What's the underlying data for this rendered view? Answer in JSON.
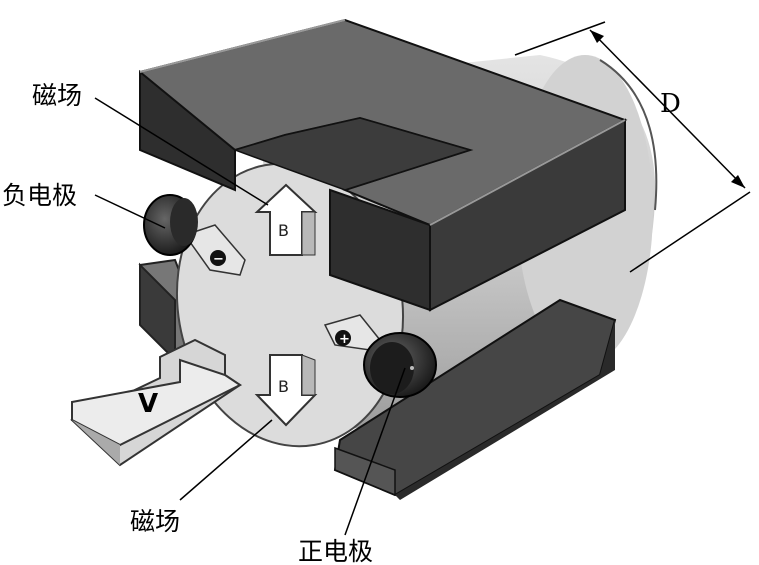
{
  "labels": {
    "magnetic_field_top": "磁场",
    "negative_electrode": "负电极",
    "magnetic_field_bottom": "磁场",
    "positive_electrode": "正电极",
    "diameter": "D",
    "velocity": "V",
    "field_b_up": "B",
    "field_b_down": "B",
    "minus_sign": "−",
    "plus_sign": "+"
  }
}
